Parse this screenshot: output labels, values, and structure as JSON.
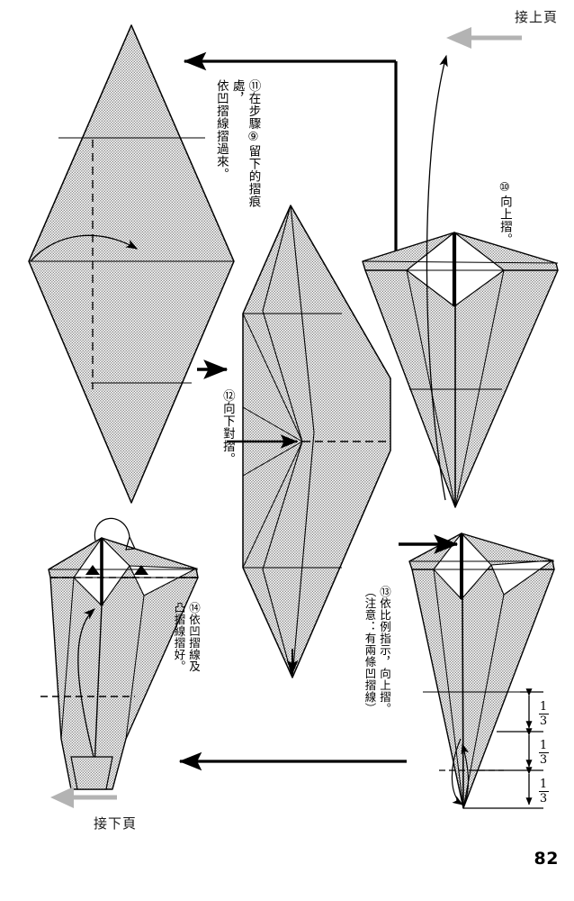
{
  "page": {
    "number": "82",
    "continue_top": "接上頁",
    "continue_bottom": "接下頁"
  },
  "steps": [
    {
      "id": "step-10",
      "marker": "⑩",
      "text": "⑩向上摺。"
    },
    {
      "id": "step-11",
      "marker": "⑪",
      "text": "⑪在步驟⑨留下的摺痕處，\n依凹摺線摺過來。"
    },
    {
      "id": "step-12",
      "marker": "⑫",
      "text": "⑫向下對摺。"
    },
    {
      "id": "step-13",
      "marker": "⑬",
      "text": "⑬依比例指示，向上摺。\n（注意：有兩條凹摺線）"
    },
    {
      "id": "step-14",
      "marker": "⑭",
      "text": "⑭依凹摺線及\n凸摺線摺好。"
    }
  ],
  "measurements": [
    {
      "numerator": "1",
      "denominator": "3"
    },
    {
      "numerator": "1",
      "denominator": "3"
    },
    {
      "numerator": "1",
      "denominator": "3"
    }
  ],
  "colors": {
    "paper_fill": "#c9c9c9",
    "paper_stroke": "#000000",
    "arrow": "#000000",
    "continuation_arrow": "#b3b3b3",
    "background": "#ffffff"
  },
  "figures": [
    {
      "id": "figure-diamond-top-left",
      "label": "large kite diamond with horizontal creases"
    },
    {
      "id": "figure-folded-center",
      "label": "elongated folded shape with center valley fold"
    },
    {
      "id": "figure-winged-top-right",
      "label": "winged kite with open diamond window"
    },
    {
      "id": "figure-winged-bottom-right",
      "label": "winged kite with thirds measurement"
    },
    {
      "id": "figure-bottom-left",
      "label": "narrow folded body with pleat markers"
    }
  ]
}
